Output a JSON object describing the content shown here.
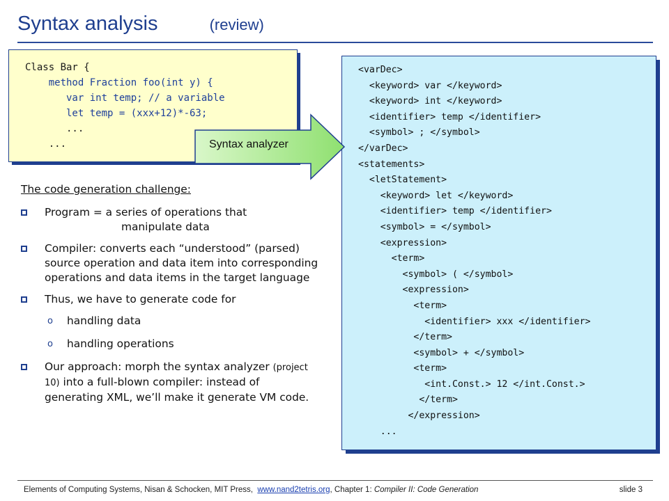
{
  "title": {
    "main": "Syntax analysis",
    "sub": "(review)"
  },
  "code": {
    "lines": [
      "Class Bar {",
      "    method Fraction foo(int y) {",
      "       var int temp; // a variable",
      "       let temp = (xxx+12)*-63;",
      "       ...",
      "    ..."
    ]
  },
  "arrow_label": "Syntax analyzer",
  "xml_lines": [
    "<varDec>",
    "  <keyword> var </keyword>",
    "  <keyword> int </keyword>",
    "  <identifier> temp </identifier>",
    "  <symbol> ; </symbol>",
    "</varDec>",
    "<statements>",
    "  <letStatement>",
    "    <keyword> let </keyword>",
    "    <identifier> temp </identifier>",
    "    <symbol> = </symbol>",
    "    <expression>",
    "      <term>",
    "        <symbol> ( </symbol>",
    "        <expression>",
    "          <term>",
    "            <identifier> xxx </identifier>",
    "          </term>",
    "          <symbol> + </symbol>",
    "          <term>",
    "            <int.Const.> 12 </int.Const.>",
    "           </term>",
    "         </expression>",
    "    ..."
  ],
  "challenge": {
    "heading": "The code generation challenge:",
    "b1": "Program = a series of operations that manipulate data",
    "b1a": "Program = a series of operations that",
    "b1b": "manipulate data",
    "b2": "Compiler: converts each “understood” (parsed) source operation and data item into corresponding operations and data items in the target language",
    "b3": "Thus, we have to generate code for",
    "s1": "handling data",
    "s2": "handling operations",
    "b4a": "Our approach: morph the syntax analyzer ",
    "b4small": "(project 10)",
    "b4b": " into a full-blown compiler: instead of generating XML, we’ll make it generate VM code."
  },
  "footer": {
    "text1": "Elements of Computing Systems, Nisan & Schocken, MIT Press,",
    "link": "www.nand2tetris.org",
    "text2": ", Chapter 1: ",
    "chapter": "Compiler II: Code Generation",
    "slide": "slide 3"
  }
}
